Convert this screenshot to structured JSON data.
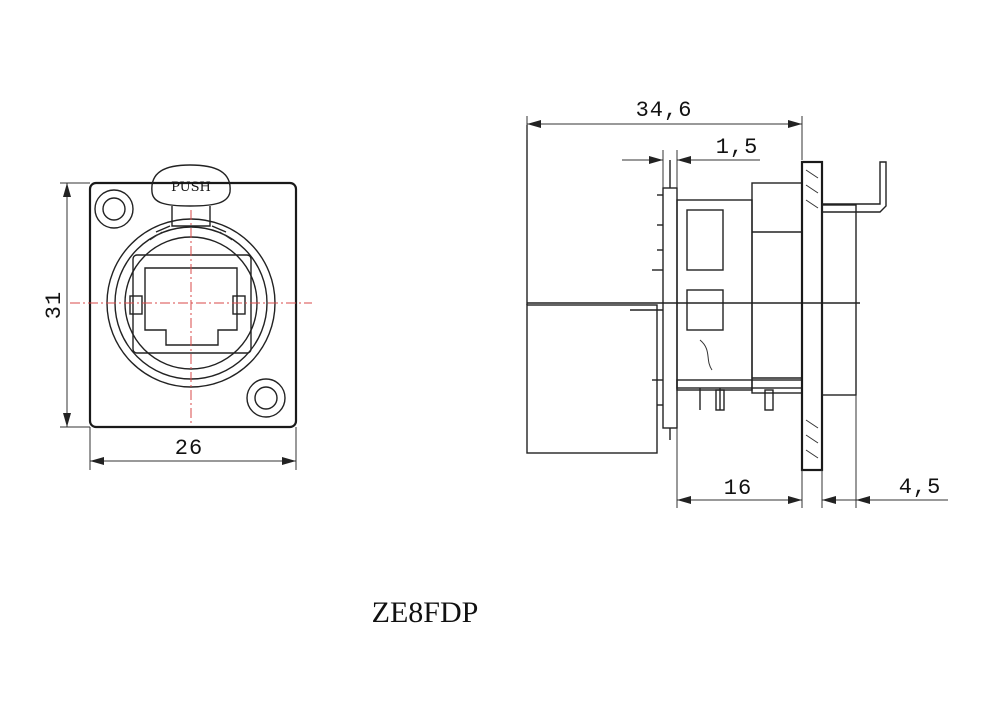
{
  "front_view": {
    "push_label": "PUSH",
    "dim_width": "26",
    "dim_height": "31"
  },
  "side_view": {
    "dim_overall_depth": "34,6",
    "dim_flange_thickness": "1,5",
    "dim_body_depth": "16",
    "dim_rear_extension": "4,5"
  },
  "model_label": "ZE8FDP"
}
